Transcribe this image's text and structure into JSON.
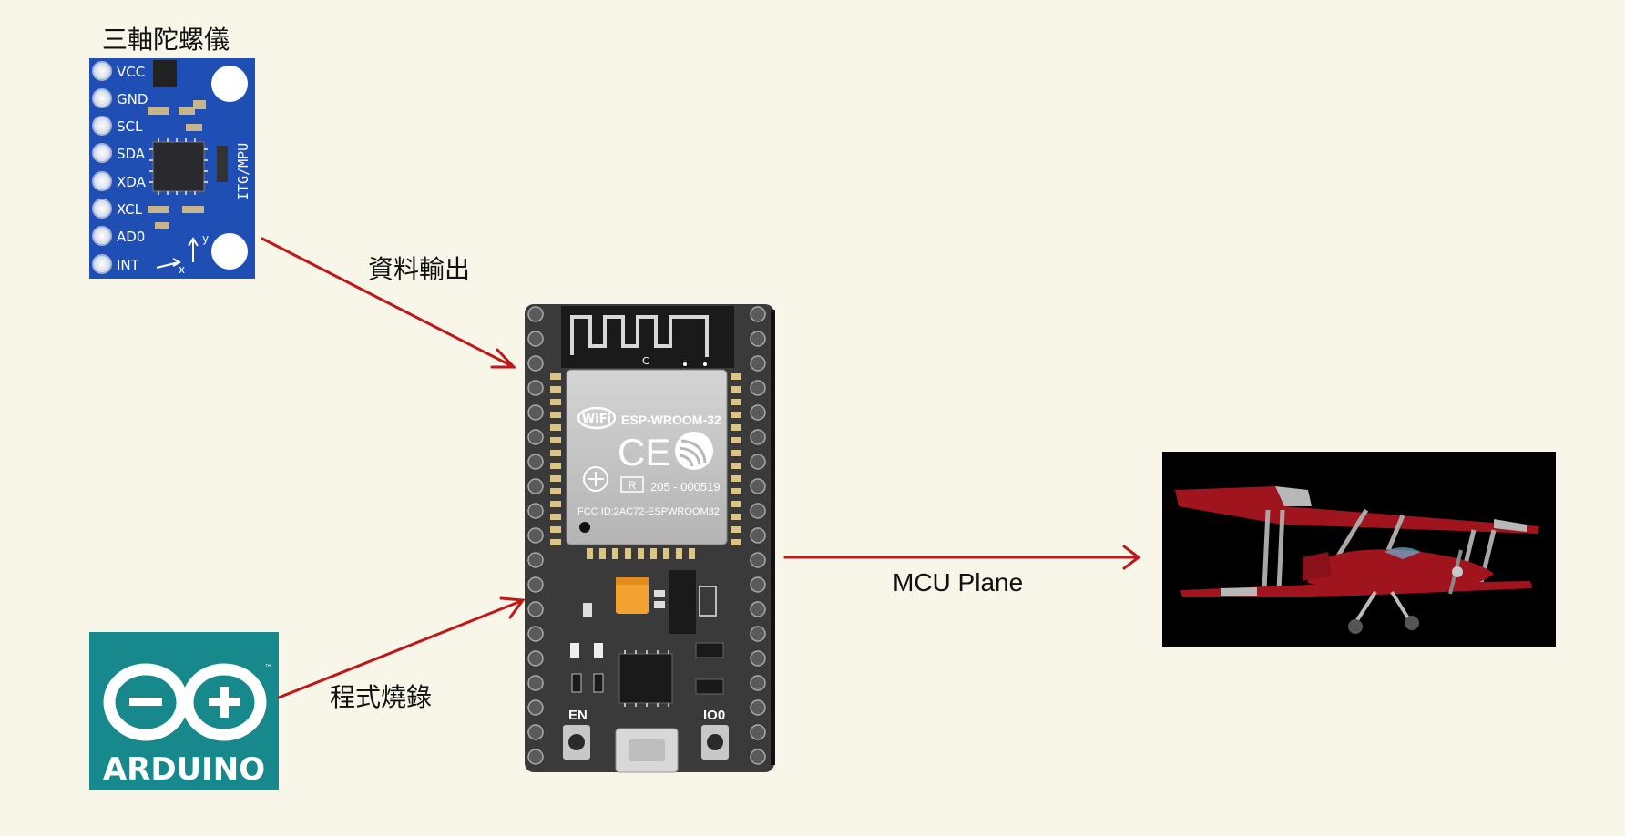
{
  "labels": {
    "gyro": "三軸陀螺儀",
    "data_output": "資料輸出",
    "program_burn": "程式燒錄",
    "mcu_plane": "MCU Plane"
  },
  "gyro_board": {
    "pins": [
      "VCC",
      "GND",
      "SCL",
      "SDA",
      "XDA",
      "XCL",
      "AD0",
      "INT"
    ],
    "side_text": "ITG/MPU",
    "axis_x": "x",
    "axis_y": "y"
  },
  "arduino": {
    "logo_text": "ARDUINO",
    "trademark": "™"
  },
  "esp32": {
    "module_name": "ESP-WROOM-32",
    "wifi": "WiFi",
    "ce": "CE",
    "reg": "R",
    "reg_number": "205 - 000519",
    "fcc": "FCC ID:2AC72-ESPWROOM32",
    "antenna_mark": "C",
    "en_label": "EN",
    "io0_label": "IO0"
  },
  "colors": {
    "background": "#f8f5e9",
    "arrow": "#c01818",
    "gyro_board": "#1f4fb5",
    "arduino_bg": "#17898c",
    "esp_board": "#3a3a3a",
    "plane_bg": "#000000",
    "plane_red": "#a0141e"
  }
}
